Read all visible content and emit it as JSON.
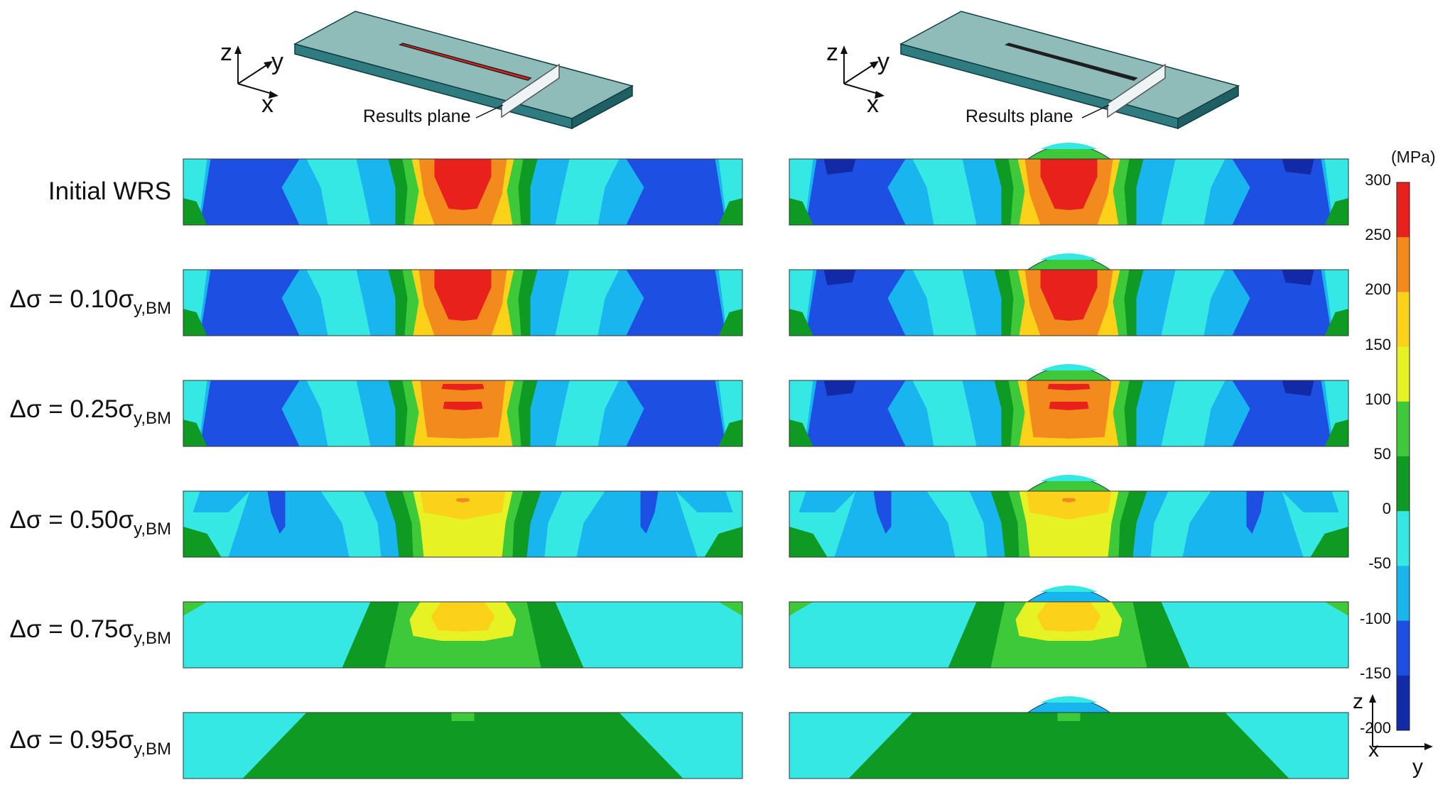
{
  "top_schematics": {
    "left": {
      "axes": [
        "z",
        "y",
        "x"
      ],
      "plane_label": "Results plane",
      "weld_color": "#e8211d"
    },
    "right": {
      "axes": [
        "z",
        "y",
        "x"
      ],
      "plane_label": "Results plane",
      "weld_color": "#1c1c1c"
    }
  },
  "rows": [
    {
      "label": "Initial WRS",
      "sub": ""
    },
    {
      "label": "Δσ = 0.10σ",
      "sub": "y,BM"
    },
    {
      "label": "Δσ = 0.25σ",
      "sub": "y,BM"
    },
    {
      "label": "Δσ = 0.50σ",
      "sub": "y,BM"
    },
    {
      "label": "Δσ = 0.75σ",
      "sub": "y,BM"
    },
    {
      "label": "Δσ = 0.95σ",
      "sub": "y,BM"
    }
  ],
  "colorbar": {
    "unit": "(MPa)",
    "ticks": [
      "300",
      "250",
      "200",
      "150",
      "100",
      "50",
      "0",
      "-50",
      "-100",
      "-150",
      "-200"
    ],
    "colors": [
      "#e8211d",
      "#f28a1e",
      "#fbd11a",
      "#e6f223",
      "#3ec93a",
      "#0f9a24",
      "#36e8e4",
      "#18b5ef",
      "#1d4fe3",
      "#122aa8"
    ]
  },
  "corner_axes": {
    "vertical": "z",
    "depth": "x",
    "horizontal": "y"
  },
  "palette": {
    "red": "#e8211d",
    "orange": "#f28a1e",
    "yellow": "#fbd11a",
    "lime": "#e6f223",
    "green": "#3ec93a",
    "darkgreen": "#0f9a24",
    "cyan": "#36e8e4",
    "lightblue": "#18b5ef",
    "blue": "#1d4fe3",
    "navy": "#122aa8",
    "plate_top": "#8fbcb8",
    "plate_front": "#2e7b80",
    "plate_side": "#1e5f63"
  }
}
